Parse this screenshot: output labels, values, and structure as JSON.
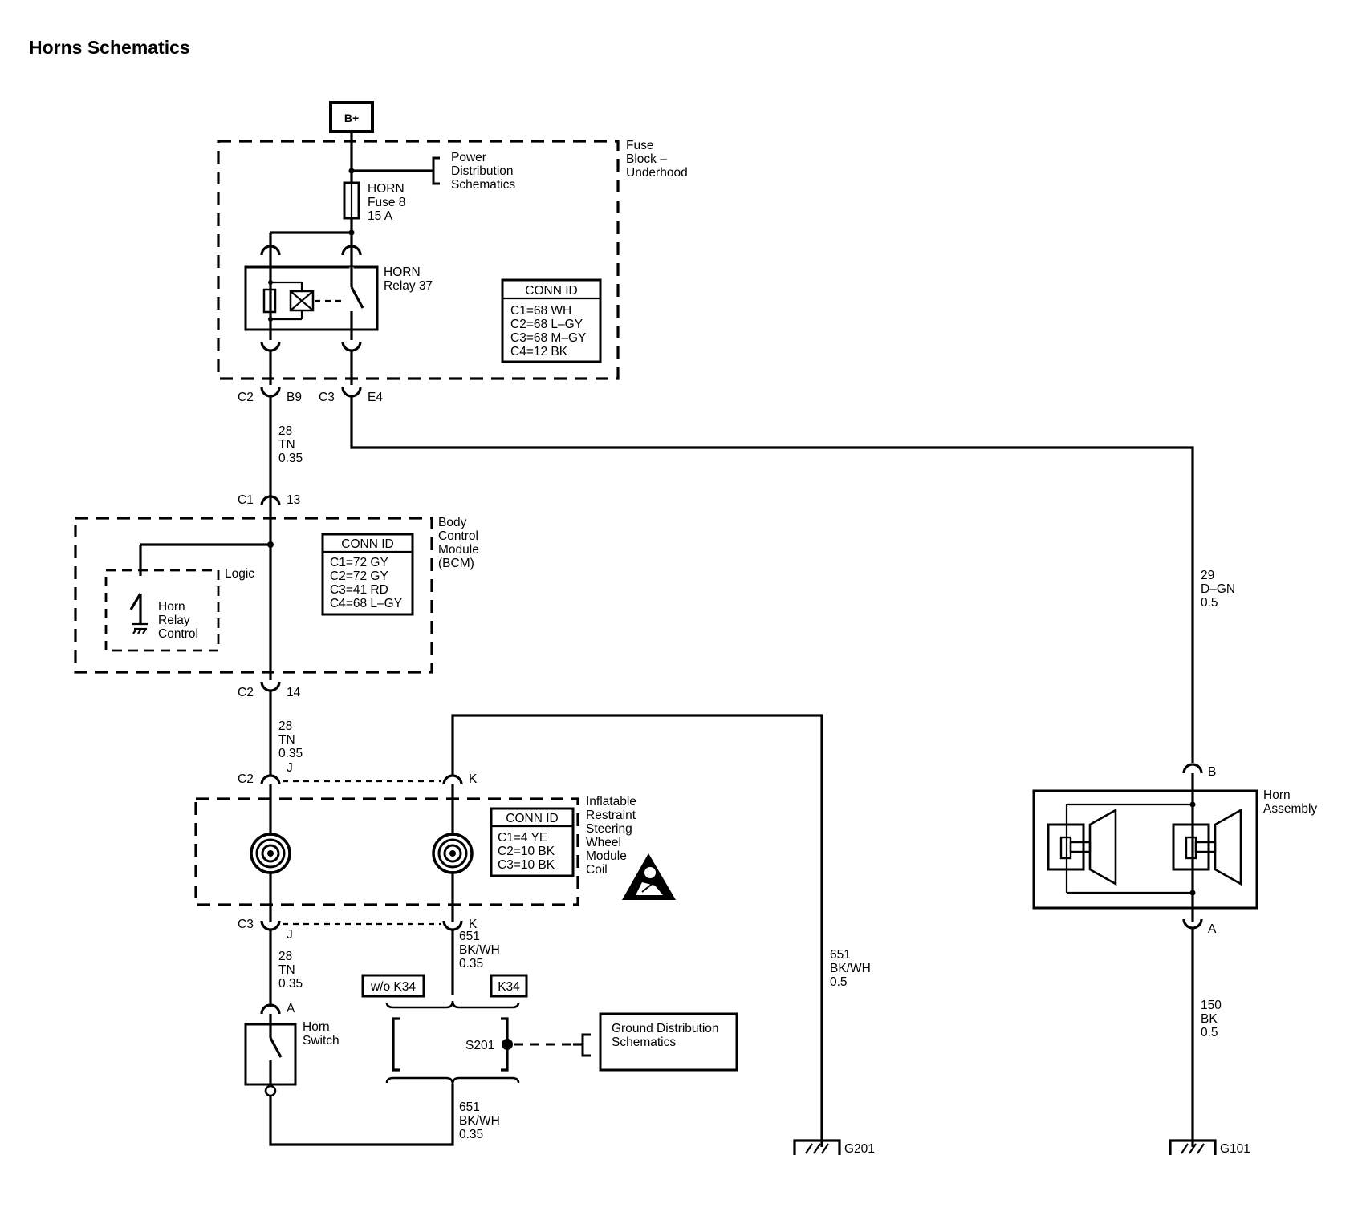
{
  "title": "Horns Schematics",
  "power_source": "B+",
  "fuse_block": {
    "label": [
      "Fuse",
      "Block –",
      "Underhood"
    ],
    "ref": [
      "Power",
      "Distribution",
      "Schematics"
    ],
    "fuse": [
      "HORN",
      "Fuse 8",
      "15 A"
    ],
    "relay": [
      "HORN",
      "Relay 37"
    ],
    "conn_id": {
      "header": "CONN ID",
      "rows": [
        "C1=68 WH",
        "C2=68 L–GY",
        "C3=68 M–GY",
        "C4=12 BK"
      ]
    },
    "out_left": {
      "conn": "C2",
      "pin": "B9"
    },
    "out_right": {
      "conn": "C3",
      "pin": "E4"
    }
  },
  "wire_28_a": [
    "28",
    "TN",
    "0.35"
  ],
  "bcm": {
    "label": [
      "Body",
      "Control",
      "Module",
      "(BCM)"
    ],
    "in": {
      "conn": "C1",
      "pin": "13"
    },
    "out": {
      "conn": "C2",
      "pin": "14"
    },
    "logic_label": "Logic",
    "control": [
      "Horn",
      "Relay",
      "Control"
    ],
    "conn_id": {
      "header": "CONN ID",
      "rows": [
        "C1=72 GY",
        "C2=72 GY",
        "C3=41 RD",
        "C4=68 L–GY"
      ]
    }
  },
  "wire_28_b": [
    "28",
    "TN",
    "0.35"
  ],
  "coil": {
    "label": [
      "Inflatable",
      "Restraint",
      "Steering",
      "Wheel",
      "Module",
      "Coil"
    ],
    "top_conn": "C2",
    "top_pin_left": "J",
    "top_pin_right": "K",
    "bot_conn": "C3",
    "bot_pin_left": "J",
    "bot_pin_right": "K",
    "conn_id": {
      "header": "CONN ID",
      "rows": [
        "C1=4 YE",
        "C2=10 BK",
        "C3=10 BK"
      ]
    }
  },
  "wire_28_c": [
    "28",
    "TN",
    "0.35"
  ],
  "horn_switch": {
    "pin": "A",
    "label": [
      "Horn",
      "Switch"
    ]
  },
  "wire_651_a": [
    "651",
    "BK/WH",
    "0.35"
  ],
  "wire_651_b": [
    "651",
    "BK/WH",
    "0.35"
  ],
  "wire_651_c": [
    "651",
    "BK/WH",
    "0.5"
  ],
  "option_left": "w/o K34",
  "option_right": "K34",
  "splice": "S201",
  "ground_ref": [
    "Ground Distribution",
    "Schematics"
  ],
  "ground_g201": "G201",
  "wire_29": [
    "29",
    "D–GN",
    "0.5"
  ],
  "horn_assembly": {
    "label": [
      "Horn",
      "Assembly"
    ],
    "pin_top": "B",
    "pin_bottom": "A"
  },
  "wire_150": [
    "150",
    "BK",
    "0.5"
  ],
  "ground_g101": "G101"
}
